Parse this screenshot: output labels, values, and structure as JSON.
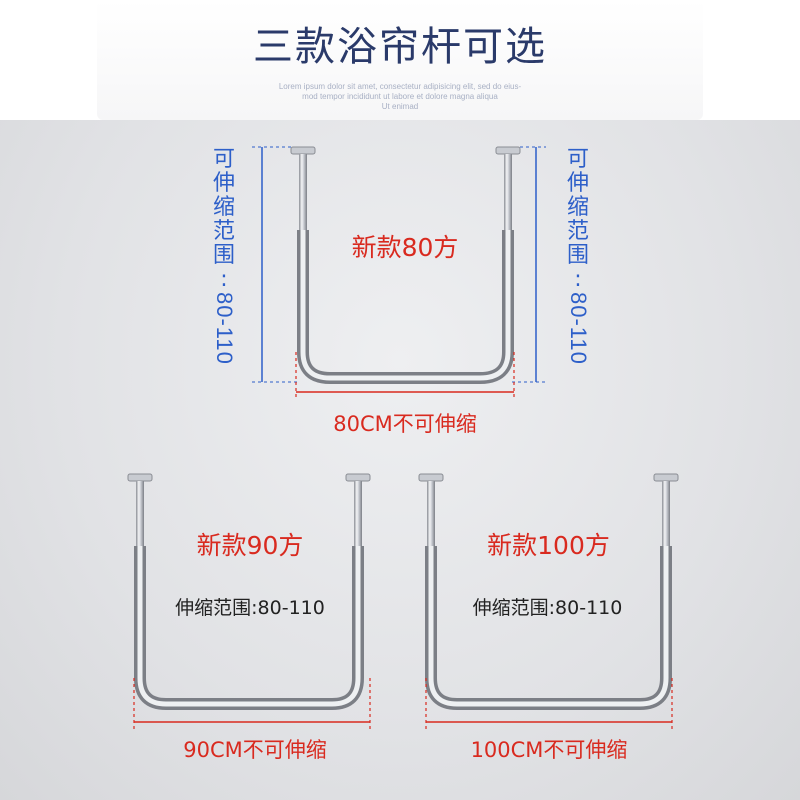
{
  "header": {
    "title": "三款浴帘杆可选",
    "lorem_lines": [
      "Lorem ipsum dolor sit amet, consectetur adipisicing elit, sed do eius-",
      "mod tempor incididunt ut labore et dolore magna aliqua",
      "Ut enimad"
    ]
  },
  "products": [
    {
      "name": "新款80方",
      "range_vertical_chars": [
        "可",
        "伸",
        "缩",
        "范",
        "围",
        ":"
      ],
      "range_vertical_number": "80-110",
      "width_label": "80CM不可伸缩"
    },
    {
      "name": "新款90方",
      "range_label": "伸缩范围:80-110",
      "width_label": "90CM不可伸缩"
    },
    {
      "name": "新款100方",
      "range_label": "伸缩范围:80-110",
      "width_label": "100CM不可伸缩"
    }
  ],
  "colors": {
    "title": "#2a3a6a",
    "blue_dimension": "#2d5fc9",
    "red_dimension": "#d92a1f",
    "rod_light": "#f2f3f5",
    "rod_dark": "#7c7f86"
  }
}
